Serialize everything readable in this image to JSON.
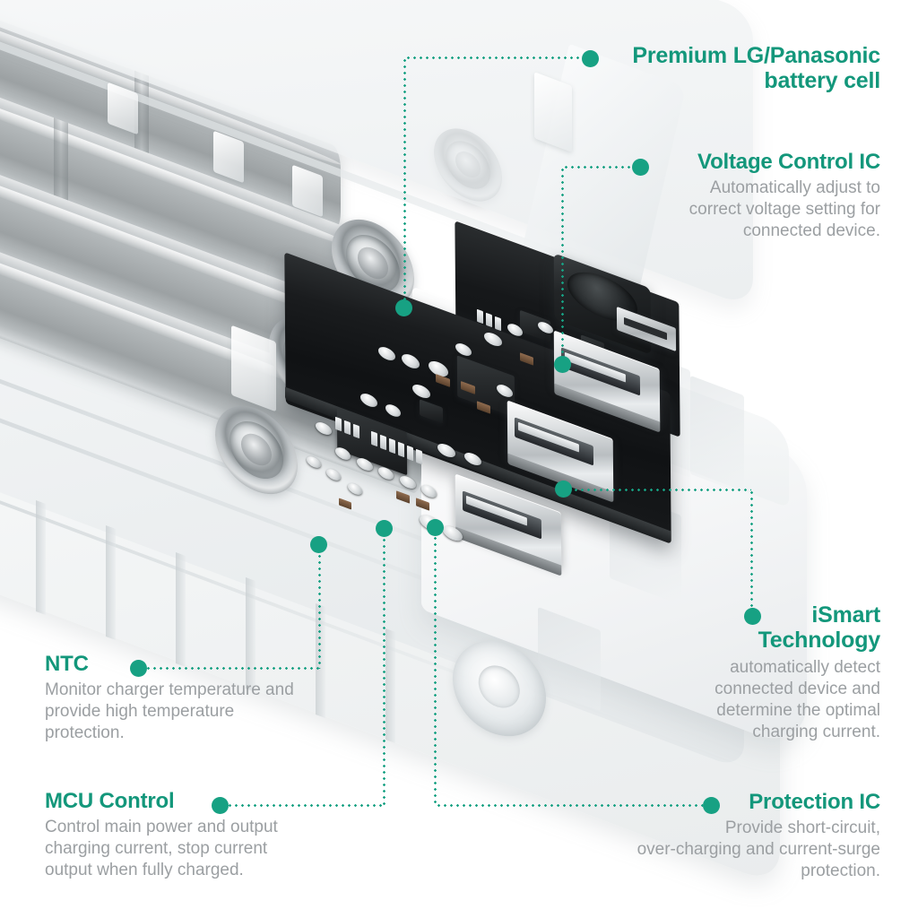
{
  "graphic": {
    "subject": "transparent-power-bank-exploded-view",
    "accent_color": "#17a183",
    "title_color": "#13977b",
    "desc_color": "#9b9fa2",
    "background_color": "#ffffff",
    "components": {
      "battery_cells": "18650-lithium-cells",
      "case": "transparent-plastic-shell",
      "pcb": "black-circuit-board",
      "usb_ports": 3,
      "input_port": "micro-usb"
    }
  },
  "callouts": [
    {
      "id": "battery-cell",
      "title": "Premium LG/Panasonic\nbattery cell",
      "title_line1": "Premium LG/Panasonic",
      "title_line2": "battery cell",
      "desc": "",
      "align": "right"
    },
    {
      "id": "voltage-control-ic",
      "title": "Voltage Control IC",
      "desc": "Automatically adjust to correct voltage setting for connected device.",
      "desc_line1": "Automatically adjust to",
      "desc_line2": "correct voltage setting for",
      "desc_line3": "connected device.",
      "align": "right"
    },
    {
      "id": "ismart-technology",
      "title_line1": "iSmart",
      "title_line2": "Technology",
      "desc": "automatically detect connected device and determine the optimal charging current.",
      "desc_line1": "automatically detect",
      "desc_line2": "connected device and",
      "desc_line3": "determine the optimal",
      "desc_line4": "charging current.",
      "align": "right"
    },
    {
      "id": "protection-ic",
      "title": "Protection IC",
      "desc": "Provide short-circuit, over-charging and current-surge protection.",
      "desc_line1": "Provide short-circuit,",
      "desc_line2": "over-charging and current-surge",
      "desc_line3": "protection.",
      "align": "right"
    },
    {
      "id": "ntc",
      "title": "NTC",
      "desc": "Monitor charger temperature and provide high temperature protection.",
      "desc_line1": "Monitor charger temperature and",
      "desc_line2": "provide high temperature",
      "desc_line3": "protection.",
      "align": "left"
    },
    {
      "id": "mcu-control",
      "title": "MCU Control",
      "desc": "Control main power and output charging current, stop current output when fully charged.",
      "desc_line1": "Control main power and output",
      "desc_line2": "charging current, stop current",
      "desc_line3": "output when fully charged.",
      "align": "left"
    }
  ]
}
